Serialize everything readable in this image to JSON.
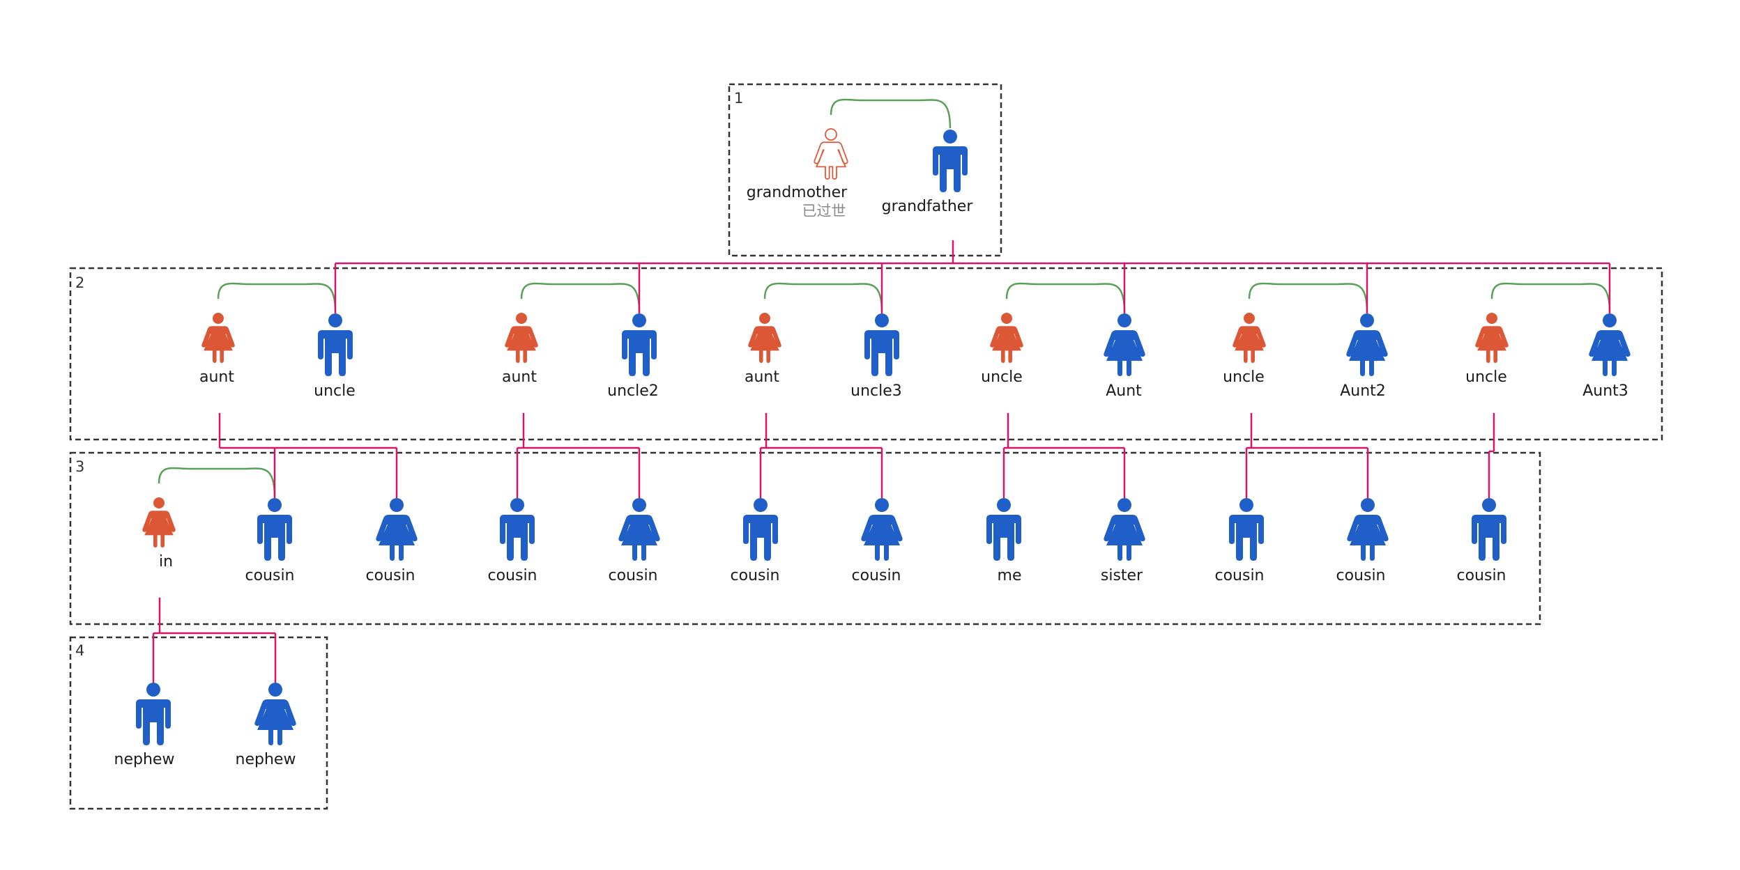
{
  "colors": {
    "female": "#DC5736",
    "male": "#1F5FC7",
    "spouse": "#56A155",
    "child": "#D2176B",
    "box": "#333333"
  },
  "generations": [
    {
      "label": "1"
    },
    {
      "label": "2"
    },
    {
      "label": "3"
    },
    {
      "label": "4"
    }
  ],
  "people": [
    {
      "id": "p1",
      "name": "grandmother",
      "note": "已过世",
      "gender": "female",
      "deceased": true
    },
    {
      "id": "p2",
      "name": "grandfather",
      "gender": "male"
    },
    {
      "id": "p3",
      "name": "aunt",
      "gender": "female"
    },
    {
      "id": "p4",
      "name": "uncle",
      "gender": "male"
    },
    {
      "id": "p5",
      "name": "aunt",
      "gender": "female"
    },
    {
      "id": "p6",
      "name": "uncle2",
      "gender": "male"
    },
    {
      "id": "p7",
      "name": "aunt",
      "gender": "female"
    },
    {
      "id": "p8",
      "name": "uncle3",
      "gender": "male"
    },
    {
      "id": "p9",
      "name": "uncle",
      "gender": "female"
    },
    {
      "id": "p10",
      "name": "Aunt",
      "gender": "male",
      "dress": true
    },
    {
      "id": "p11",
      "name": "uncle",
      "gender": "female"
    },
    {
      "id": "p12",
      "name": "Aunt2",
      "gender": "male",
      "dress": true
    },
    {
      "id": "p13",
      "name": "uncle",
      "gender": "female"
    },
    {
      "id": "p14",
      "name": "Aunt3",
      "gender": "male",
      "dress": true
    },
    {
      "id": "p15",
      "name": "in",
      "gender": "female"
    },
    {
      "id": "p16",
      "name": "cousin",
      "gender": "male"
    },
    {
      "id": "p17",
      "name": "cousin",
      "gender": "male",
      "dress": true
    },
    {
      "id": "p18",
      "name": "cousin",
      "gender": "male"
    },
    {
      "id": "p19",
      "name": "cousin",
      "gender": "male",
      "dress": true
    },
    {
      "id": "p20",
      "name": "cousin",
      "gender": "male"
    },
    {
      "id": "p21",
      "name": "cousin",
      "gender": "male",
      "dress": true
    },
    {
      "id": "p22",
      "name": "me",
      "gender": "male"
    },
    {
      "id": "p23",
      "name": "sister",
      "gender": "male",
      "dress": true
    },
    {
      "id": "p24",
      "name": "cousin",
      "gender": "male"
    },
    {
      "id": "p25",
      "name": "cousin",
      "gender": "male",
      "dress": true
    },
    {
      "id": "p26",
      "name": "cousin",
      "gender": "male"
    },
    {
      "id": "p27",
      "name": "nephew",
      "gender": "male"
    },
    {
      "id": "p28",
      "name": "nephew",
      "gender": "male",
      "dress": true
    }
  ],
  "couples": [
    [
      "p1",
      "p2"
    ],
    [
      "p3",
      "p4"
    ],
    [
      "p5",
      "p6"
    ],
    [
      "p7",
      "p8"
    ],
    [
      "p9",
      "p10"
    ],
    [
      "p11",
      "p12"
    ],
    [
      "p13",
      "p14"
    ],
    [
      "p15",
      "p16"
    ]
  ],
  "families": [
    {
      "parents": [
        "p1",
        "p2"
      ],
      "children": [
        "p4",
        "p6",
        "p8",
        "p10",
        "p12",
        "p14"
      ]
    },
    {
      "parents": [
        "p3",
        "p4"
      ],
      "children": [
        "p16",
        "p17"
      ]
    },
    {
      "parents": [
        "p5",
        "p6"
      ],
      "children": [
        "p18",
        "p19"
      ]
    },
    {
      "parents": [
        "p7",
        "p8"
      ],
      "children": [
        "p20",
        "p21"
      ]
    },
    {
      "parents": [
        "p9",
        "p10"
      ],
      "children": [
        "p22",
        "p23"
      ]
    },
    {
      "parents": [
        "p11",
        "p12"
      ],
      "children": [
        "p24",
        "p25"
      ]
    },
    {
      "parents": [
        "p13",
        "p14"
      ],
      "children": [
        "p26"
      ]
    },
    {
      "parents": [
        "p15",
        "p16"
      ],
      "children": [
        "p27",
        "p28"
      ]
    }
  ]
}
